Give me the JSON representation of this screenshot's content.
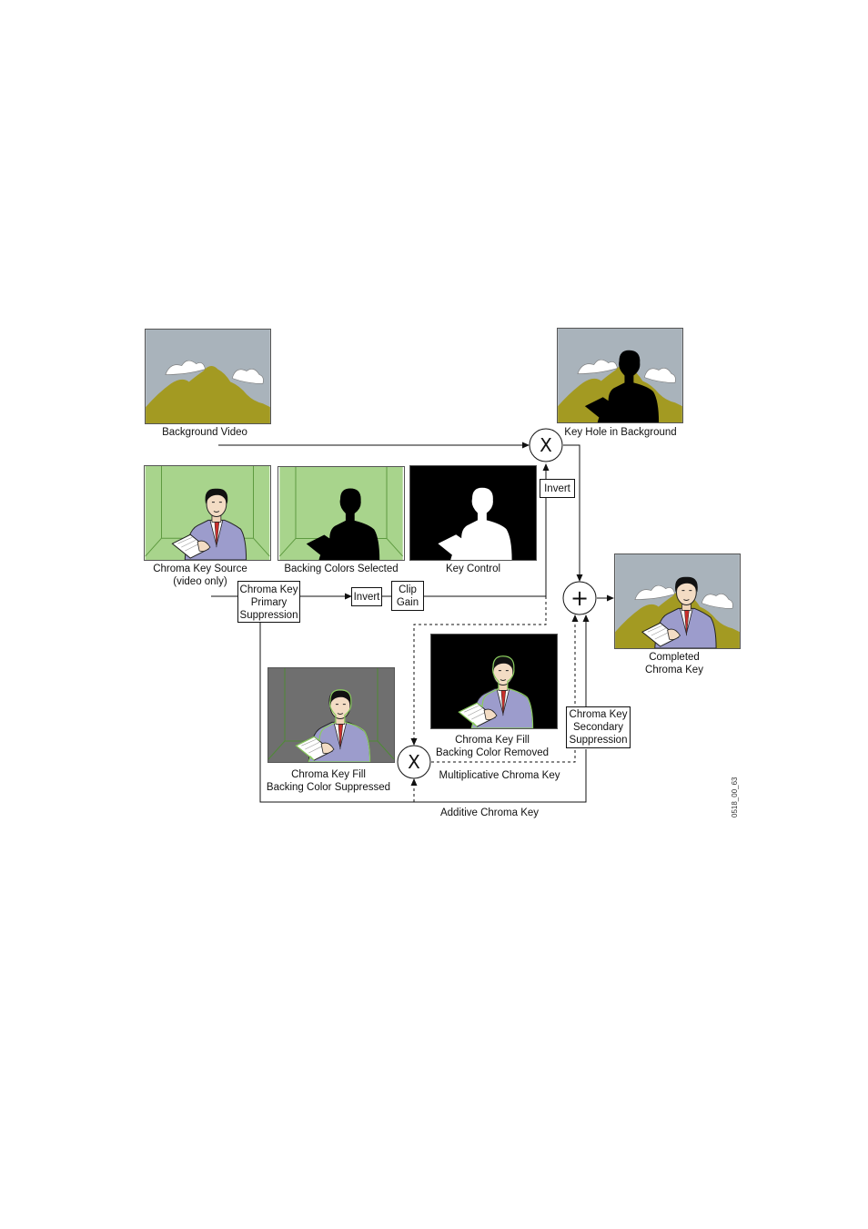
{
  "labels": {
    "background_video": "Background Video",
    "key_hole": "Key Hole in Background",
    "chroma_source_1": "Chroma Key Source",
    "chroma_source_2": "(video only)",
    "backing_selected": "Backing Colors Selected",
    "key_control": "Key Control",
    "completed_1": "Completed",
    "completed_2": "Chroma Key",
    "fill_removed_1": "Chroma Key Fill",
    "fill_removed_2": "Backing Color Removed",
    "fill_suppressed_1": "Chroma Key Fill",
    "fill_suppressed_2": "Backing Color Suppressed",
    "multiplicative": "Multiplicative Chroma Key",
    "additive": "Additive Chroma Key",
    "figure_id": "0518_00_63"
  },
  "boxes": {
    "invert_top": "Invert",
    "invert_mid": "Invert",
    "clip_1": "Clip",
    "clip_2": "Gain",
    "primary_1": "Chroma Key",
    "primary_2": "Primary",
    "primary_3": "Suppression",
    "secondary_1": "Chroma Key",
    "secondary_2": "Secondary",
    "secondary_3": "Suppression"
  },
  "operators": {
    "multiply": "X",
    "add": "+"
  },
  "colors": {
    "sky": "#a9b3bb",
    "mountain": "#a39a22",
    "backing_green": "#a8d48c",
    "suit": "#9c9ccc",
    "tie": "#c8302c",
    "gray_fill": "#6f6f6f"
  }
}
